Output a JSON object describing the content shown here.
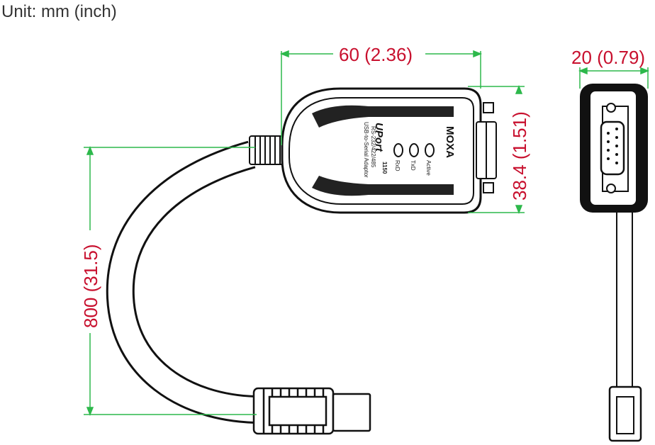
{
  "unit_label": "Unit: mm (inch)",
  "dimensions": {
    "length": "60 (2.36)",
    "height": "38.4 (1.51)",
    "cable": "800 (31.5)",
    "depth": "20 (0.79)"
  },
  "device": {
    "brand": "MOXA",
    "product": "UPort",
    "model_number": "1150",
    "description_1": "RS-232/422/485",
    "description_2": "USB-to-Serial Adaptor",
    "leds": [
      "Active",
      "TxD",
      "RxD"
    ]
  },
  "colors": {
    "dimension_line": "#2db84b",
    "dimension_text": "#c8102e",
    "device_outline": "#111111"
  }
}
